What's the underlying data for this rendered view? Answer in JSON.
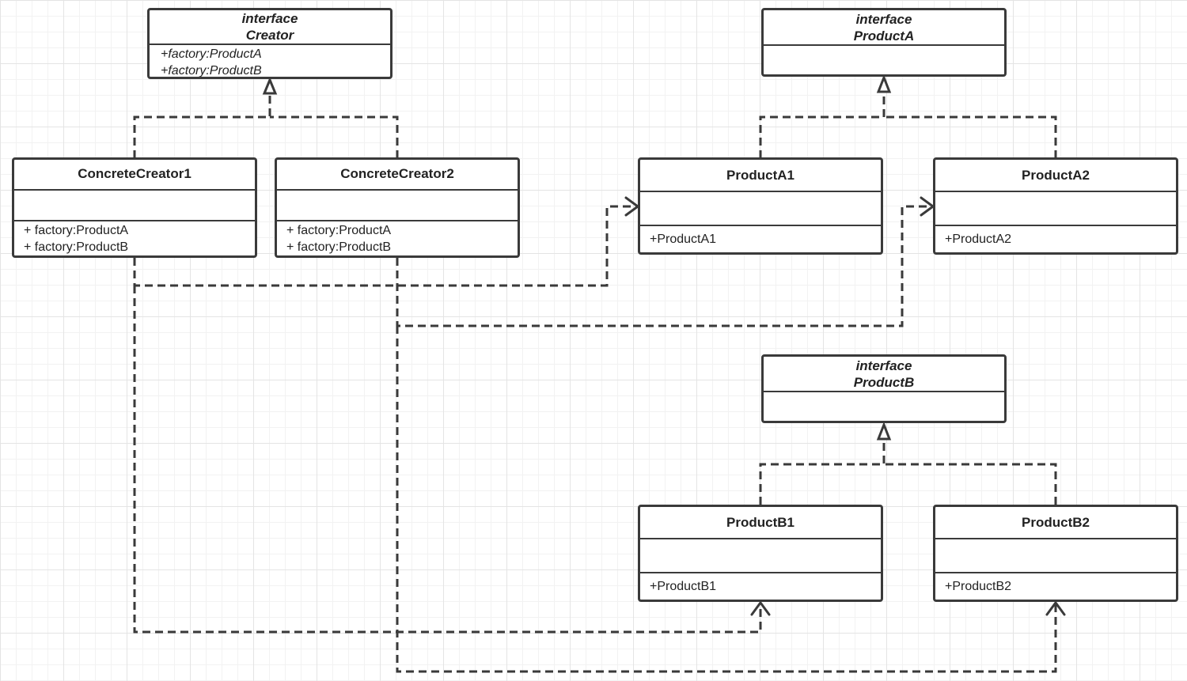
{
  "classes": {
    "creator": {
      "stereotype": "interface",
      "name": "Creator",
      "operations": [
        "+factory:ProductA",
        "+factory:ProductB"
      ]
    },
    "concrete_creator_1": {
      "name": "ConcreteCreator1",
      "operations": [
        "+ factory:ProductA",
        "+ factory:ProductB"
      ]
    },
    "concrete_creator_2": {
      "name": "ConcreteCreator2",
      "operations": [
        "+ factory:ProductA",
        "+ factory:ProductB"
      ]
    },
    "product_a": {
      "stereotype": "interface",
      "name": "ProductA"
    },
    "product_a1": {
      "name": "ProductA1",
      "operations": [
        "+ProductA1"
      ]
    },
    "product_a2": {
      "name": "ProductA2",
      "operations": [
        "+ProductA2"
      ]
    },
    "product_b": {
      "stereotype": "interface",
      "name": "ProductB"
    },
    "product_b1": {
      "name": "ProductB1",
      "operations": [
        "+ProductB1"
      ]
    },
    "product_b2": {
      "name": "ProductB2",
      "operations": [
        "+ProductB2"
      ]
    }
  },
  "colors": {
    "line": "#3a3a3a",
    "box_fill": "#ffffff"
  }
}
